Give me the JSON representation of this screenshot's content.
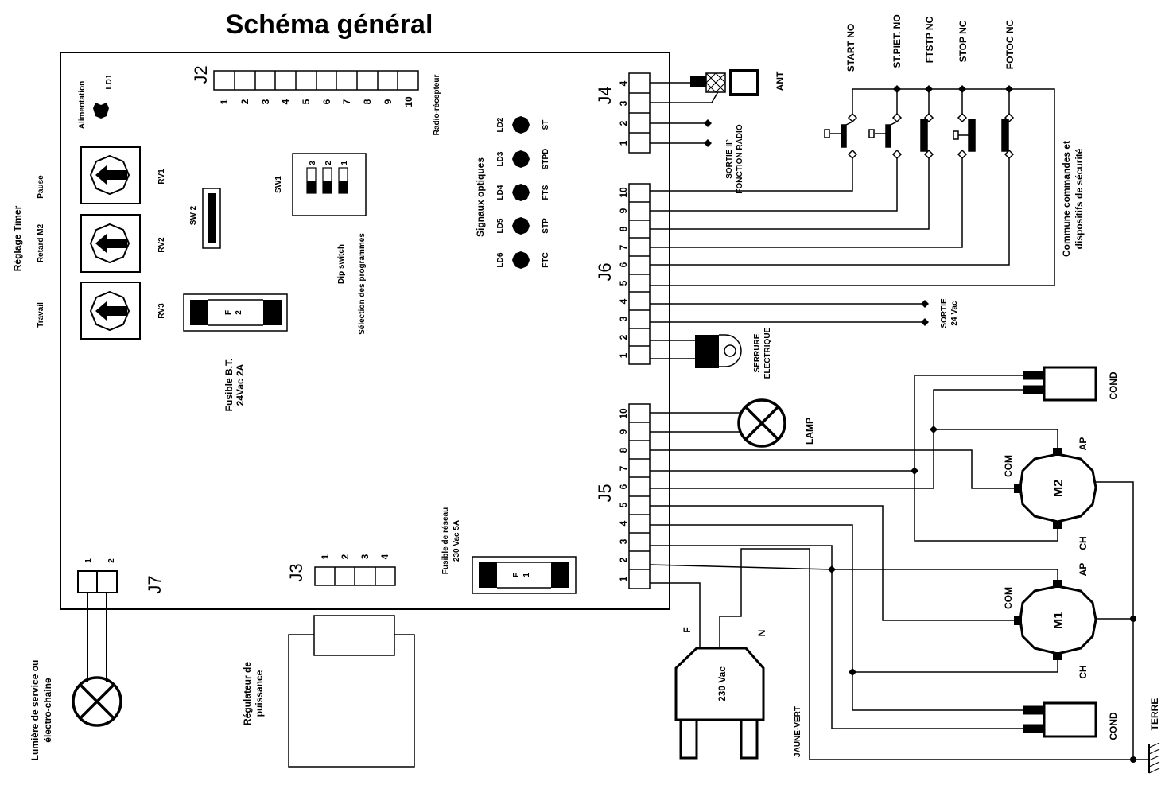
{
  "title": "Schéma général",
  "board": {
    "ld1": "LD1",
    "alimentation": "Alimentation",
    "reglage_timer": "Réglage Timer",
    "pause": "Pause",
    "retard_m2": "Retard M2",
    "travail": "Travail",
    "rv": [
      "RV1",
      "RV2",
      "RV3"
    ],
    "sw2": "SW 2",
    "fuse_bt_letter": "F",
    "fuse_bt_num": "2",
    "fusible_bt": "Fusible B.T.",
    "fusible_bt_val": "24Vac  2A",
    "sw1": "SW1",
    "sw1_nums": [
      "3",
      "2",
      "1"
    ],
    "dip_switch": "Dip switch",
    "selection": "Sélection des programmes",
    "radio_recepteur": "Radio-récepteur",
    "signaux_optiques": "Signaux optiques",
    "leds": [
      "LD2",
      "LD3",
      "LD4",
      "LD5",
      "LD6"
    ],
    "led_labels": [
      "ST",
      "STPD",
      "FTS",
      "STP",
      "FTC"
    ],
    "fusible_reseau": "Fusible de réseau",
    "fusible_reseau_val": "230 Vac   5A",
    "fuse_net_letter": "F",
    "fuse_net_num": "1",
    "regulateur": "Régulateur de",
    "puissance": "puissance",
    "lumiere": "Lumière de service ou",
    "electro": "électro-chaîne"
  },
  "connectors": {
    "j2": "J2",
    "j2_pins": [
      "1",
      "2",
      "3",
      "4",
      "5",
      "6",
      "7",
      "8",
      "9",
      "10"
    ],
    "j3": "J3",
    "j3_pins": [
      "1",
      "2",
      "3",
      "4"
    ],
    "j4": "J4",
    "j4_pins": [
      "4",
      "3",
      "2",
      "1"
    ],
    "j5": "J5",
    "j5_pins": [
      "10",
      "9",
      "8",
      "7",
      "6",
      "5",
      "4",
      "3",
      "2",
      "1"
    ],
    "j6": "J6",
    "j6_pins": [
      "10",
      "9",
      "8",
      "7",
      "6",
      "5",
      "4",
      "3",
      "2",
      "1"
    ],
    "j7": "J7",
    "j7_pins": [
      "1",
      "2"
    ]
  },
  "external": {
    "ant": "ANT",
    "sortie_ii": "SORTIE II°",
    "fonction_radio": "FONCTION RADIO",
    "contacts": [
      "START  NO",
      "ST.PIET. NO",
      "FTSTP NC",
      "STOP NC",
      "FOTOC NC"
    ],
    "commune_1": "Commune commandes et",
    "commune_2": "dispositifs de sécurité",
    "sortie": "SORTIE",
    "sortie_val": "24 Vac",
    "serrure": "SERRURE",
    "electrique": "ELECTRIQUE",
    "lamp": "LAMP",
    "cond": "COND",
    "m2": "M2",
    "m1": "M1",
    "com": "COM",
    "ap": "AP",
    "ch": "CH",
    "f": "F",
    "n": "N",
    "v230": "230 Vac",
    "jaune_vert": "JAUNE-VERT",
    "terre": "TERRE"
  }
}
